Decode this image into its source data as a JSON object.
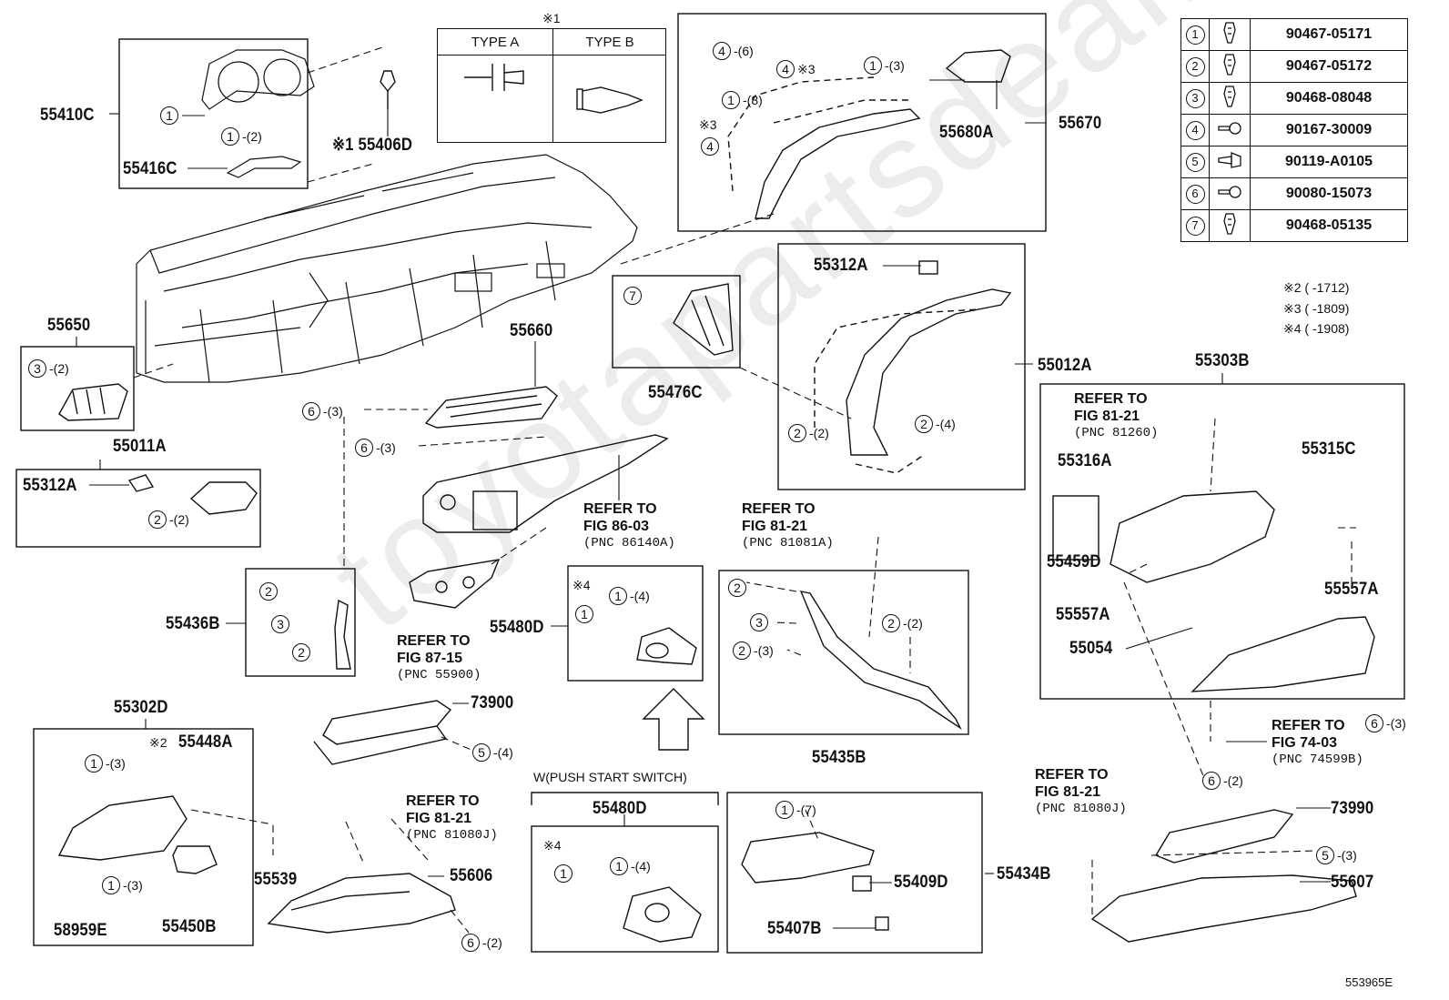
{
  "watermark": "toyotapartsdeal.com",
  "corner_code": "553965E",
  "type_box": {
    "marker": "※1",
    "type_a": "TYPE A",
    "type_b": "TYPE B"
  },
  "legend": [
    {
      "num": "1",
      "part": "90467-05171",
      "icon": "clip-icon"
    },
    {
      "num": "2",
      "part": "90467-05172",
      "icon": "clip-icon"
    },
    {
      "num": "3",
      "part": "90468-08048",
      "icon": "clip-icon"
    },
    {
      "num": "4",
      "part": "90167-30009",
      "icon": "screw-icon"
    },
    {
      "num": "5",
      "part": "90119-A0105",
      "icon": "bolt-icon"
    },
    {
      "num": "6",
      "part": "90080-15073",
      "icon": "screw-icon"
    },
    {
      "num": "7",
      "part": "90468-05135",
      "icon": "clip-icon"
    }
  ],
  "date_notes": [
    {
      "mark": "※2",
      "range": "(      -1712)"
    },
    {
      "mark": "※3",
      "range": "(      -1809)"
    },
    {
      "mark": "※4",
      "range": "(      -1908)"
    }
  ],
  "labels": {
    "p55410C": "55410C",
    "p55416C": "55416C",
    "p55406D": "※1 55406D",
    "p55670": "55670",
    "p55680A": "55680A",
    "p55650": "55650",
    "p55660": "55660",
    "p55476C": "55476C",
    "p55312A_a": "55312A",
    "p55012A": "55012A",
    "p55303B": "55303B",
    "p55011A": "55011A",
    "p55312A_b": "55312A",
    "p55316A": "55316A",
    "p55315C": "55315C",
    "p55459D": "55459D",
    "p55557A_a": "55557A",
    "p55557A_b": "55557A",
    "p55054": "55054",
    "p55436B": "55436B",
    "p55480D_a": "55480D",
    "p55435B": "55435B",
    "p73900": "73900",
    "p55302D": "55302D",
    "p55448A": "55448A",
    "p55539": "55539",
    "p58959E": "58959E",
    "p55450B": "55450B",
    "p55606": "55606",
    "p55480D_b": "55480D",
    "p55409D": "55409D",
    "p55434B": "55434B",
    "p55407B": "55407B",
    "p73990": "73990",
    "p55607": "55607"
  },
  "refs": {
    "r1": {
      "l1": "REFER TO",
      "l2": "FIG 86-03",
      "l3": "(PNC 86140A)"
    },
    "r2": {
      "l1": "REFER TO",
      "l2": "FIG 81-21",
      "l3": "(PNC 81081A)"
    },
    "r3": {
      "l1": "REFER TO",
      "l2": "FIG 81-21",
      "l3": "(PNC 81260)"
    },
    "r4": {
      "l1": "REFER TO",
      "l2": "FIG 87-15",
      "l3": "(PNC 55900)"
    },
    "r5": {
      "l1": "REFER TO",
      "l2": "FIG 74-03",
      "l3": "(PNC 74599B)"
    },
    "r6": {
      "l1": "REFER TO",
      "l2": "FIG 81-21",
      "l3": "(PNC 81080J)"
    },
    "r7": {
      "l1": "REFER TO",
      "l2": "FIG 81-21",
      "l3": "(PNC 81080J)"
    }
  },
  "push_start": "W(PUSH START SWITCH)",
  "callouts": [
    {
      "n": "1",
      "q": ""
    },
    {
      "n": "1",
      "q": "-(2)"
    },
    {
      "n": "4",
      "q": "-(6)"
    },
    {
      "n": "4",
      "q": "※3"
    },
    {
      "n": "1",
      "q": "-(3)"
    },
    {
      "n": "1",
      "q": "-(8)"
    },
    {
      "n": "4",
      "q": ""
    },
    {
      "n": "3",
      "q": "-(2)"
    },
    {
      "n": "6",
      "q": "-(3)"
    },
    {
      "n": "6",
      "q": "-(3)"
    },
    {
      "n": "7",
      "q": ""
    },
    {
      "n": "2",
      "q": "-(2)"
    },
    {
      "n": "2",
      "q": "-(4)"
    },
    {
      "n": "2",
      "q": "-(2)"
    },
    {
      "n": "2",
      "q": ""
    },
    {
      "n": "3",
      "q": ""
    },
    {
      "n": "2",
      "q": ""
    },
    {
      "n": "1",
      "q": "-(4)"
    },
    {
      "n": "1",
      "q": ""
    },
    {
      "n": "2",
      "q": ""
    },
    {
      "n": "2",
      "q": "-(2)"
    },
    {
      "n": "3",
      "q": ""
    },
    {
      "n": "2",
      "q": "-(3)"
    },
    {
      "n": "5",
      "q": "-(4)"
    },
    {
      "n": "1",
      "q": "-(3)"
    },
    {
      "n": "1",
      "q": "-(3)"
    },
    {
      "n": "6",
      "q": "-(2)"
    },
    {
      "n": "1",
      "q": "-(4)"
    },
    {
      "n": "1",
      "q": ""
    },
    {
      "n": "1",
      "q": "-(7)"
    },
    {
      "n": "6",
      "q": "-(3)"
    },
    {
      "n": "6",
      "q": "-(2)"
    },
    {
      "n": "5",
      "q": "-(3)"
    }
  ],
  "marks": {
    "m3": "※3",
    "m4a": "※4",
    "m4b": "※4",
    "m2": "※2"
  }
}
